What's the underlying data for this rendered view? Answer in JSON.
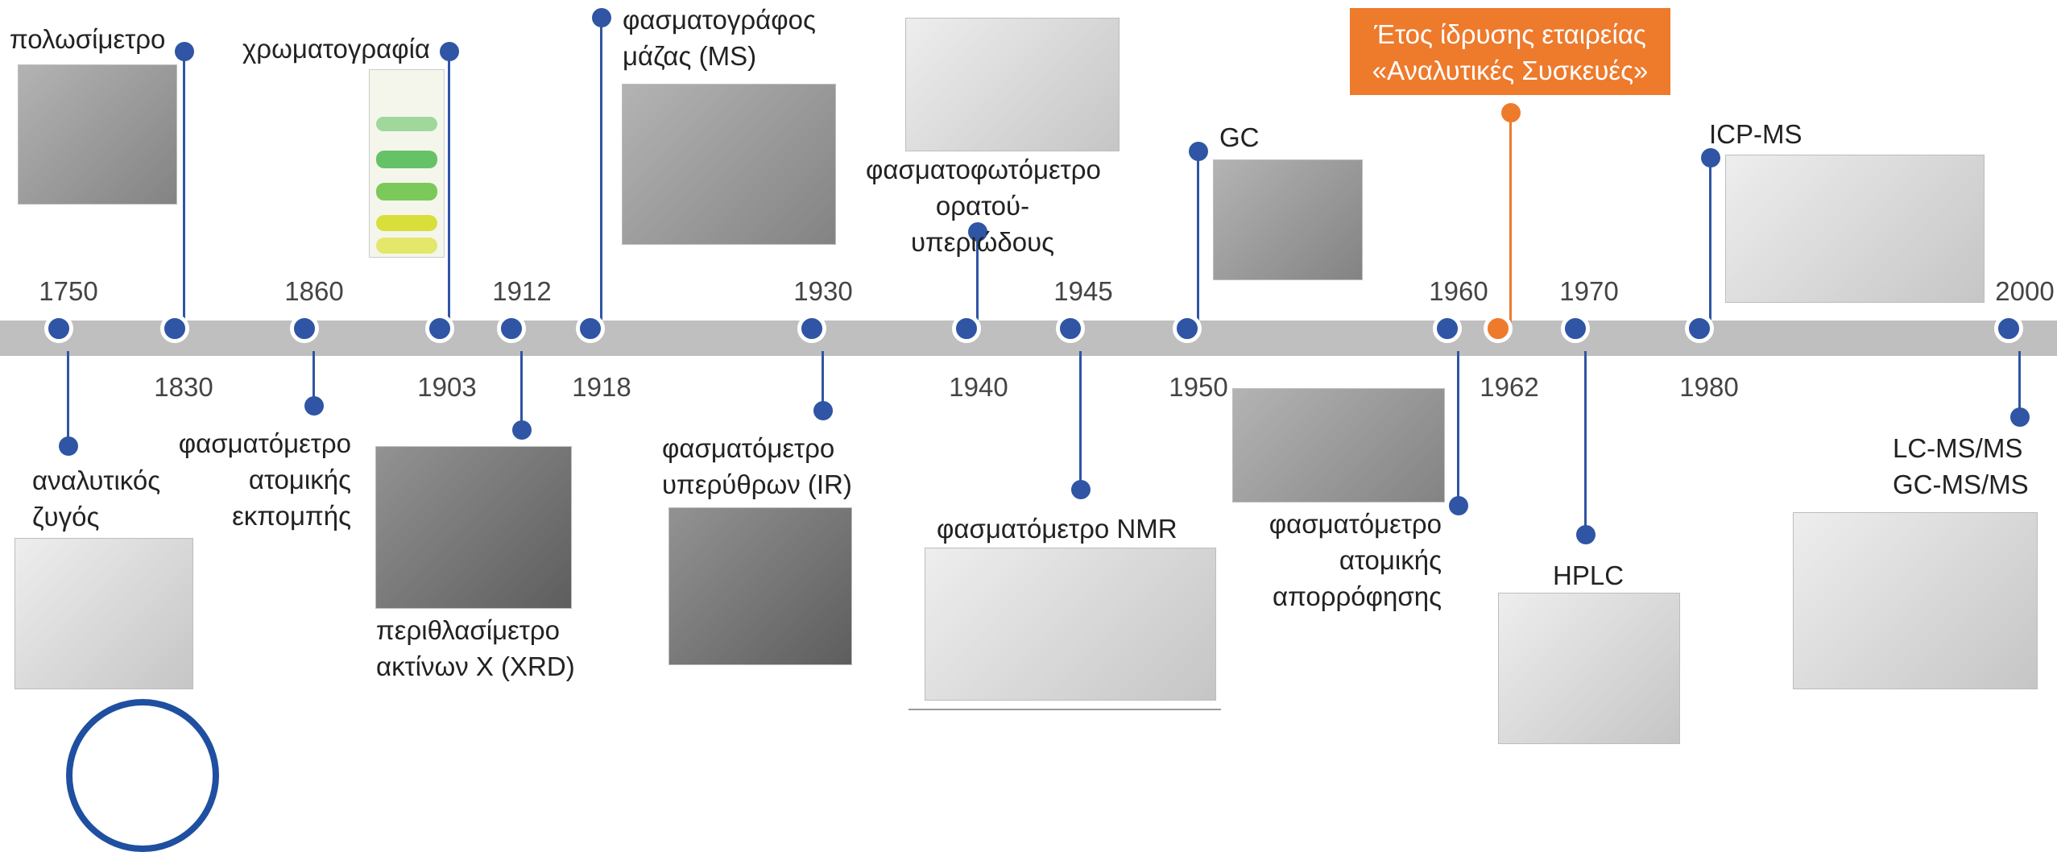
{
  "timeline": {
    "years": [
      "1750",
      "1830",
      "1860",
      "1903",
      "1912",
      "1918",
      "1930",
      "1940",
      "1945",
      "1950",
      "1960",
      "1962",
      "1970",
      "1980",
      "2000"
    ],
    "colors": {
      "main": "#2f55a4",
      "highlight": "#ee7a2c",
      "bar": "#bfbfbf"
    }
  },
  "events": {
    "polarimeter": "πολωσίμετρο",
    "tlc": "χρωματογραφία\nTLC",
    "ms": "φασματογράφος\nμάζας (MS)",
    "uvvis": "φασματοφωτόμετρο\nορατού-υπεριώδους",
    "gc": "GC",
    "icpms": "ICP-MS",
    "balance": "αναλυτικός\nζυγός",
    "aes": "φασματόμετρο\nατομικής\nεκπομπής",
    "xrd": "περιθλασίμετρο\nακτίνων Χ (XRD)",
    "ir": "φασματόμετρο\nυπερύθρων (IR)",
    "nmr": "φασματόμετρο NMR",
    "aas": "φασματόμετρο\nατομικής\nαπορρόφησης",
    "hplc": "HPLC",
    "lcms": "LC-MS/MS\nGC-MS/MS"
  },
  "callout": {
    "text": "Έτος ίδρυσης εταιρείας\n«Αναλυτικές Συσκευές»"
  }
}
